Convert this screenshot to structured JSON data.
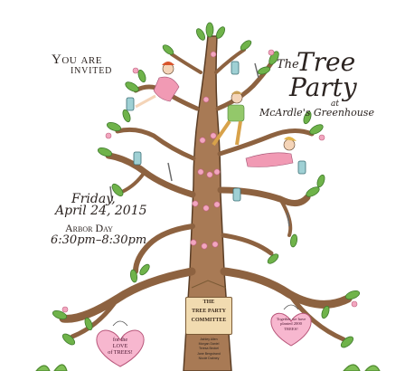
{
  "invitation": {
    "line1": "You are",
    "line2": "INVITED"
  },
  "title": {
    "the": "The",
    "tree": "Tree",
    "party": "Party",
    "at": "at",
    "venue": "McArdle's Greenhouse"
  },
  "date": {
    "day": "Friday,",
    "date": "April 24, 2015",
    "holiday": "Arbor Day",
    "time": "6:30pm–8:30pm"
  },
  "sign": {
    "line1": "THE",
    "line2": "TREE PARTY",
    "line3": "COMMITTEE"
  },
  "committee": [
    "Ashley Allen",
    "Morgan Daniel",
    "Teresa Beckel",
    "Jane Bergstrand",
    "Nicole Dabney"
  ],
  "hearts": {
    "left": [
      "for the",
      "LOVE",
      "of TREES!"
    ],
    "right": [
      "Together we have",
      "planted 2000",
      "TREES!"
    ]
  },
  "colors": {
    "trunk": "#a87a55",
    "trunk_outline": "#5a3d25",
    "leaf": "#6fb34a",
    "leaf_dark": "#3f7a2c",
    "blossom": "#f2a6bf",
    "heart": "#f7b7cf",
    "sign": "#f1dbb0"
  }
}
